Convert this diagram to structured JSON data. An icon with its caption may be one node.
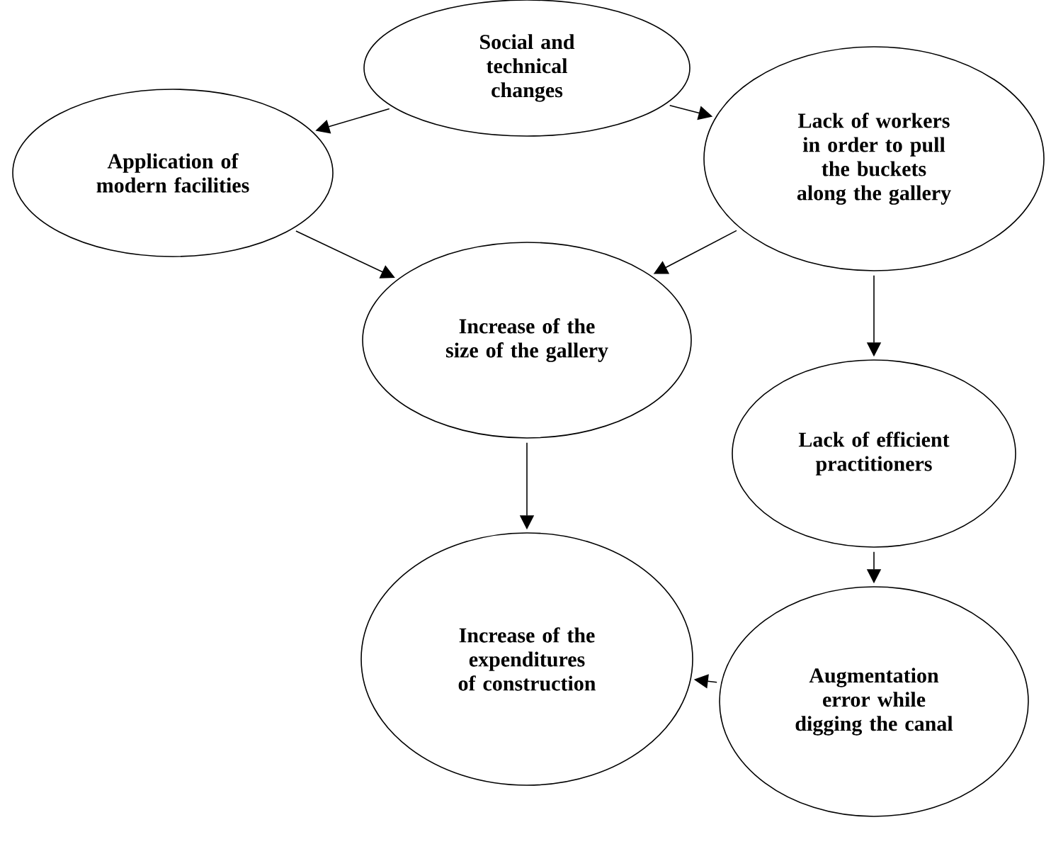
{
  "diagram": {
    "nodes": [
      {
        "text": [
          "Social and technical changes"
        ]
      },
      {
        "text": [
          "Application of modern facilities"
        ]
      },
      {
        "text": [
          "Lack of workers in order to pull the buckets along the gallery"
        ]
      },
      {
        "text": [
          "Increase of the size of the gallery"
        ]
      },
      {
        "text": [
          "Lack of efficient practitioners"
        ]
      },
      {
        "text": [
          "Increase of the expenditures of construction"
        ]
      },
      {
        "text": [
          "Augmentation error while digging the canal"
        ]
      }
    ],
    "edges": [
      {
        "from": 0,
        "to": 1,
        "arrow": "to"
      },
      {
        "from": 0,
        "to": 2,
        "arrow": "to"
      },
      {
        "from": 1,
        "to": 3,
        "arrow": "to"
      },
      {
        "from": 2,
        "to": 3,
        "arrow": "to"
      },
      {
        "from": 2,
        "to": 4,
        "arrow": "to"
      },
      {
        "from": 3,
        "to": 5,
        "arrow": "to"
      },
      {
        "from": 4,
        "to": 6,
        "arrow": "to"
      },
      {
        "from": 6,
        "to": 5,
        "arrow": "to"
      }
    ]
  }
}
